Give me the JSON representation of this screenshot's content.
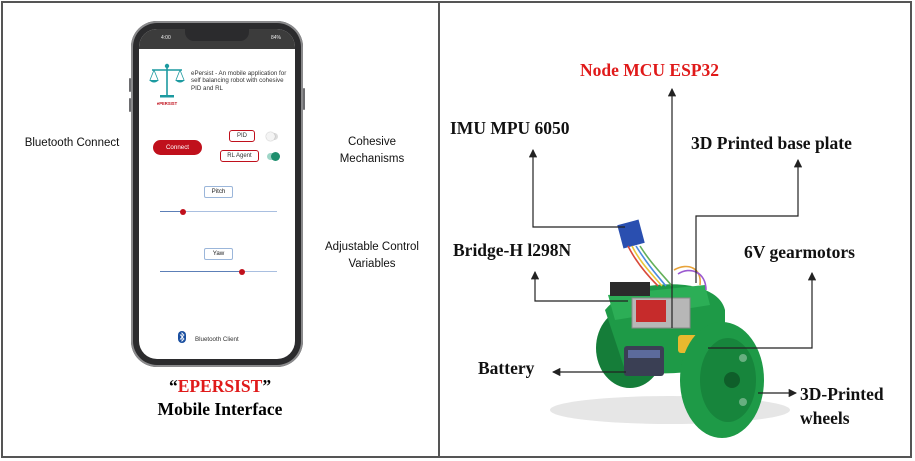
{
  "phone": {
    "status_time": "4:00",
    "status_battery": "84%",
    "app_description": "ePersist - An mobile application for self balancing robot with cohesive PID and RL",
    "logo_text": "ePERSIST",
    "connect_label": "Connect",
    "pid_label": "PID",
    "rl_label": "RL Agent",
    "pid_enabled": false,
    "rl_enabled": true,
    "pitch_label": "Pitch",
    "pitch_value": 0.2,
    "yaw_label": "Yaw",
    "yaw_value": 0.7,
    "bluetooth_client_label": "Bluetooth Client"
  },
  "left_labels": {
    "bluetooth_connect": "Bluetooth Connect",
    "cohesive_line1": "Cohesive",
    "cohesive_line2": "Mechanisms",
    "adjustable_line1": "Adjustable Control",
    "adjustable_line2": "Variables"
  },
  "caption": {
    "quote_open": "“",
    "name": "EPERSIST",
    "quote_close": "”",
    "line2": "Mobile Interface"
  },
  "robot_labels": {
    "node_mcu": "Node MCU ESP32",
    "imu": "IMU MPU 6050",
    "base_plate": "3D Printed base plate",
    "bridge": "Bridge-H l298N",
    "gearmotors": "6V gearmotors",
    "battery": "Battery",
    "wheels_line1": "3D-Printed",
    "wheels_line2": "wheels"
  },
  "colors": {
    "accent_red": "#e01a1a",
    "button_red": "#c0101c",
    "wheel_green": "#1e9a47",
    "logo_teal": "#1c9aa0"
  }
}
